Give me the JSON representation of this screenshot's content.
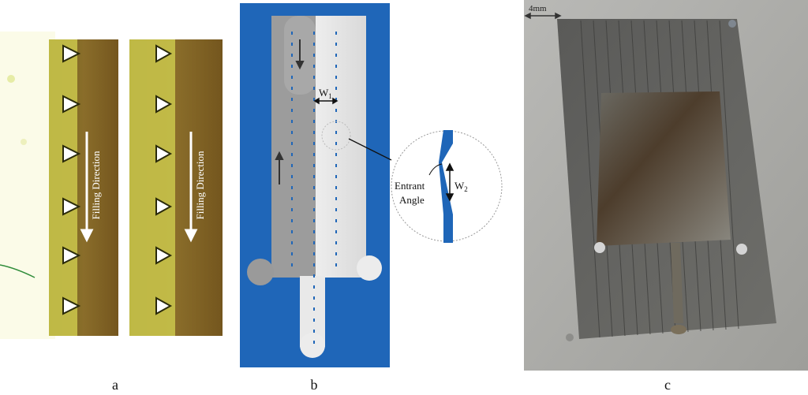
{
  "panel_a": {
    "images": [
      {
        "label": "Filling Direction"
      },
      {
        "label": "Filling Direction"
      }
    ],
    "caption": "a"
  },
  "panel_b": {
    "w1_label": "W",
    "w1_sub": "1",
    "w2_label": "W",
    "w2_sub": "2",
    "angle_label_line1": "Entrant",
    "angle_label_line2": "Angle",
    "caption": "b",
    "colors": {
      "background": "#1f66b8",
      "channel": "#e6e6e6",
      "shade": "#9a9a9a"
    }
  },
  "panel_c": {
    "scale_label": "4mm",
    "caption": "c"
  }
}
